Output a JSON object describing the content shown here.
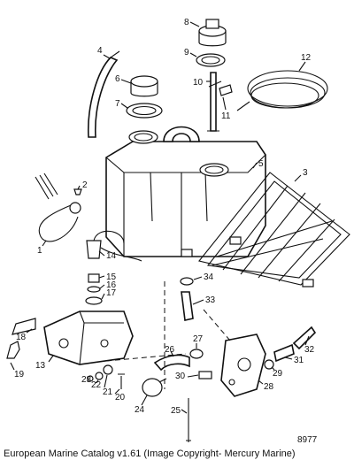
{
  "callouts": [
    "1",
    "2",
    "3",
    "4",
    "5",
    "6",
    "7",
    "8",
    "9",
    "10",
    "11",
    "12",
    "13",
    "14",
    "15",
    "16",
    "17",
    "18",
    "19",
    "20",
    "21",
    "22",
    "23",
    "24",
    "25",
    "26",
    "27",
    "28",
    "29",
    "30",
    "31",
    "32",
    "33",
    "34"
  ],
  "figure_number": "8977",
  "caption": "European Marine Catalog v1.61 (Image Copyright- Mercury Marine)"
}
